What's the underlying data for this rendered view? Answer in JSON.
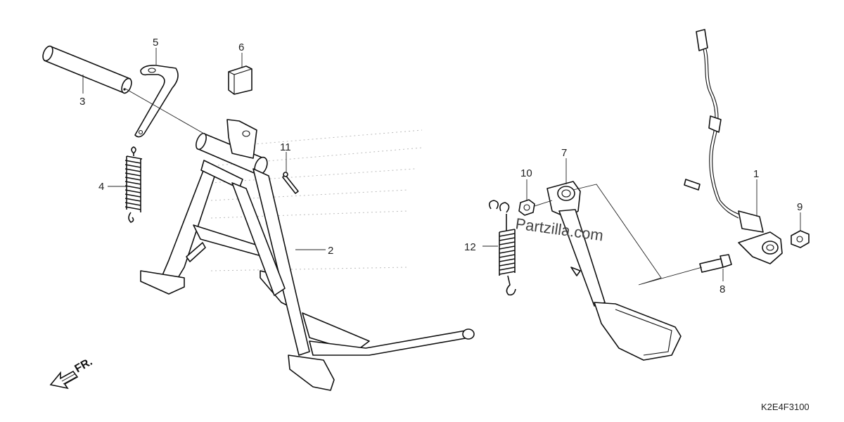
{
  "diagram": {
    "callouts": [
      {
        "id": "1",
        "text": "1"
      },
      {
        "id": "2",
        "text": "2"
      },
      {
        "id": "3",
        "text": "3"
      },
      {
        "id": "4",
        "text": "4"
      },
      {
        "id": "5",
        "text": "5"
      },
      {
        "id": "6",
        "text": "6"
      },
      {
        "id": "7",
        "text": "7"
      },
      {
        "id": "8",
        "text": "8"
      },
      {
        "id": "9",
        "text": "9"
      },
      {
        "id": "10",
        "text": "10"
      },
      {
        "id": "11",
        "text": "11"
      },
      {
        "id": "12",
        "text": "12"
      }
    ],
    "front_indicator": "FR.",
    "watermark": "Partzilla.com",
    "diagram_code": "K2E4F3100"
  }
}
